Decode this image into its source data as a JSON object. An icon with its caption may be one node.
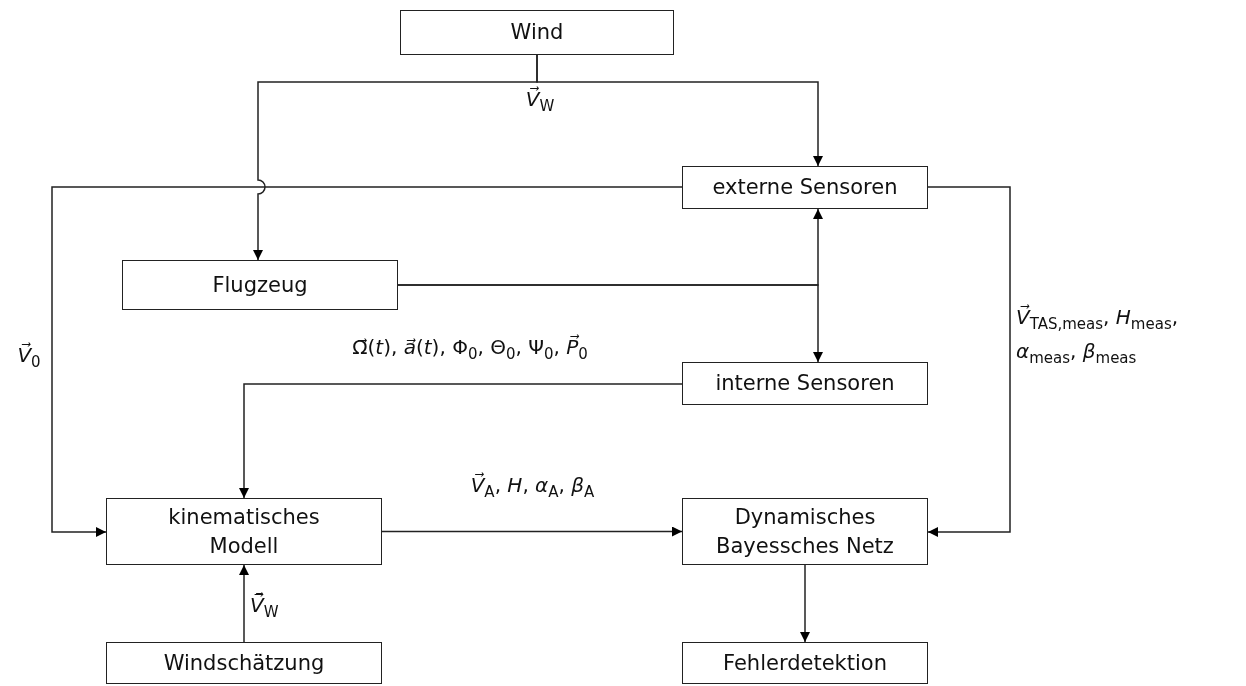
{
  "diagram": {
    "nodes": [
      {
        "text": [
          "Wind"
        ]
      },
      {
        "text": [
          "externe Sensoren"
        ]
      },
      {
        "text": [
          "Flugzeug"
        ]
      },
      {
        "text": [
          "interne Sensoren"
        ]
      },
      {
        "text": [
          "kinematisches Modell"
        ]
      },
      {
        "text": [
          "Dynamisches Bayessches Netz"
        ]
      },
      {
        "text": [
          "Windschätzung"
        ]
      },
      {
        "text": [
          "Fehlerdetektion"
        ]
      }
    ],
    "edges": [
      {
        "from": 0,
        "to": 1,
        "arrow": "to",
        "label": "*V⃗*$_{W}$"
      },
      {
        "from": 0,
        "to": 2,
        "arrow": "to"
      },
      {
        "from": 1,
        "to": 4,
        "arrow": "to",
        "label": "*V⃗*$_{0}$"
      },
      {
        "from": 2,
        "to": 1,
        "arrow": "to"
      },
      {
        "from": 2,
        "to": 3,
        "arrow": "to"
      },
      {
        "from": 3,
        "to": 4,
        "arrow": "to",
        "label": "Ω⃗(*t*), *a⃗*(*t*), Φ$_{0}$, Θ$_{0}$, Ψ$_{0}$, *P⃗*$_{0}$"
      },
      {
        "from": 1,
        "to": 5,
        "arrow": "to",
        "label": "*V⃗*$_{TAS,meas}$, *H*$_{meas}$, *α*$_{meas}$, *β*$_{meas}$"
      },
      {
        "from": 4,
        "to": 5,
        "arrow": "to",
        "label": "*V⃗*$_{A}$, *H*, *α*$_{A}$, *β*$_{A}$"
      },
      {
        "from": 6,
        "to": 4,
        "arrow": "to",
        "label": "*V̄⃗*$_{W}$"
      },
      {
        "from": 5,
        "to": 7,
        "arrow": "to"
      }
    ]
  }
}
